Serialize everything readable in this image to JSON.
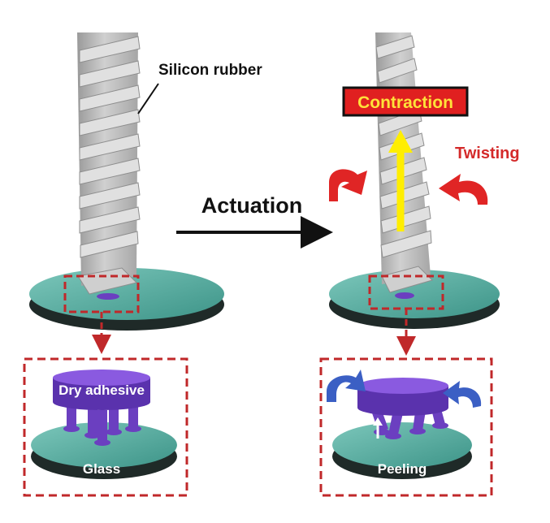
{
  "labels": {
    "silicon_rubber": "Silicon rubber",
    "actuation": "Actuation",
    "contraction": "Contraction",
    "twisting": "Twisting",
    "dry_adhesive": "Dry adhesive",
    "glass": "Glass",
    "peeling": "Peeling"
  },
  "colors": {
    "rubber": "#b9b9b9",
    "rubber_dark": "#8e8e8e",
    "glass_top": "#5fb3a8",
    "glass_edge": "#1f2a28",
    "adhesive": "#6b3fc0",
    "dashed_box": "#c0282a",
    "contraction_bg": "#e02020",
    "contraction_text": "#ffe23a",
    "arrow_yellow": "#ffee00",
    "twist_arrow": "#e02525",
    "twist_text": "#d42a2a",
    "blue_arrow": "#3b5fc4"
  }
}
